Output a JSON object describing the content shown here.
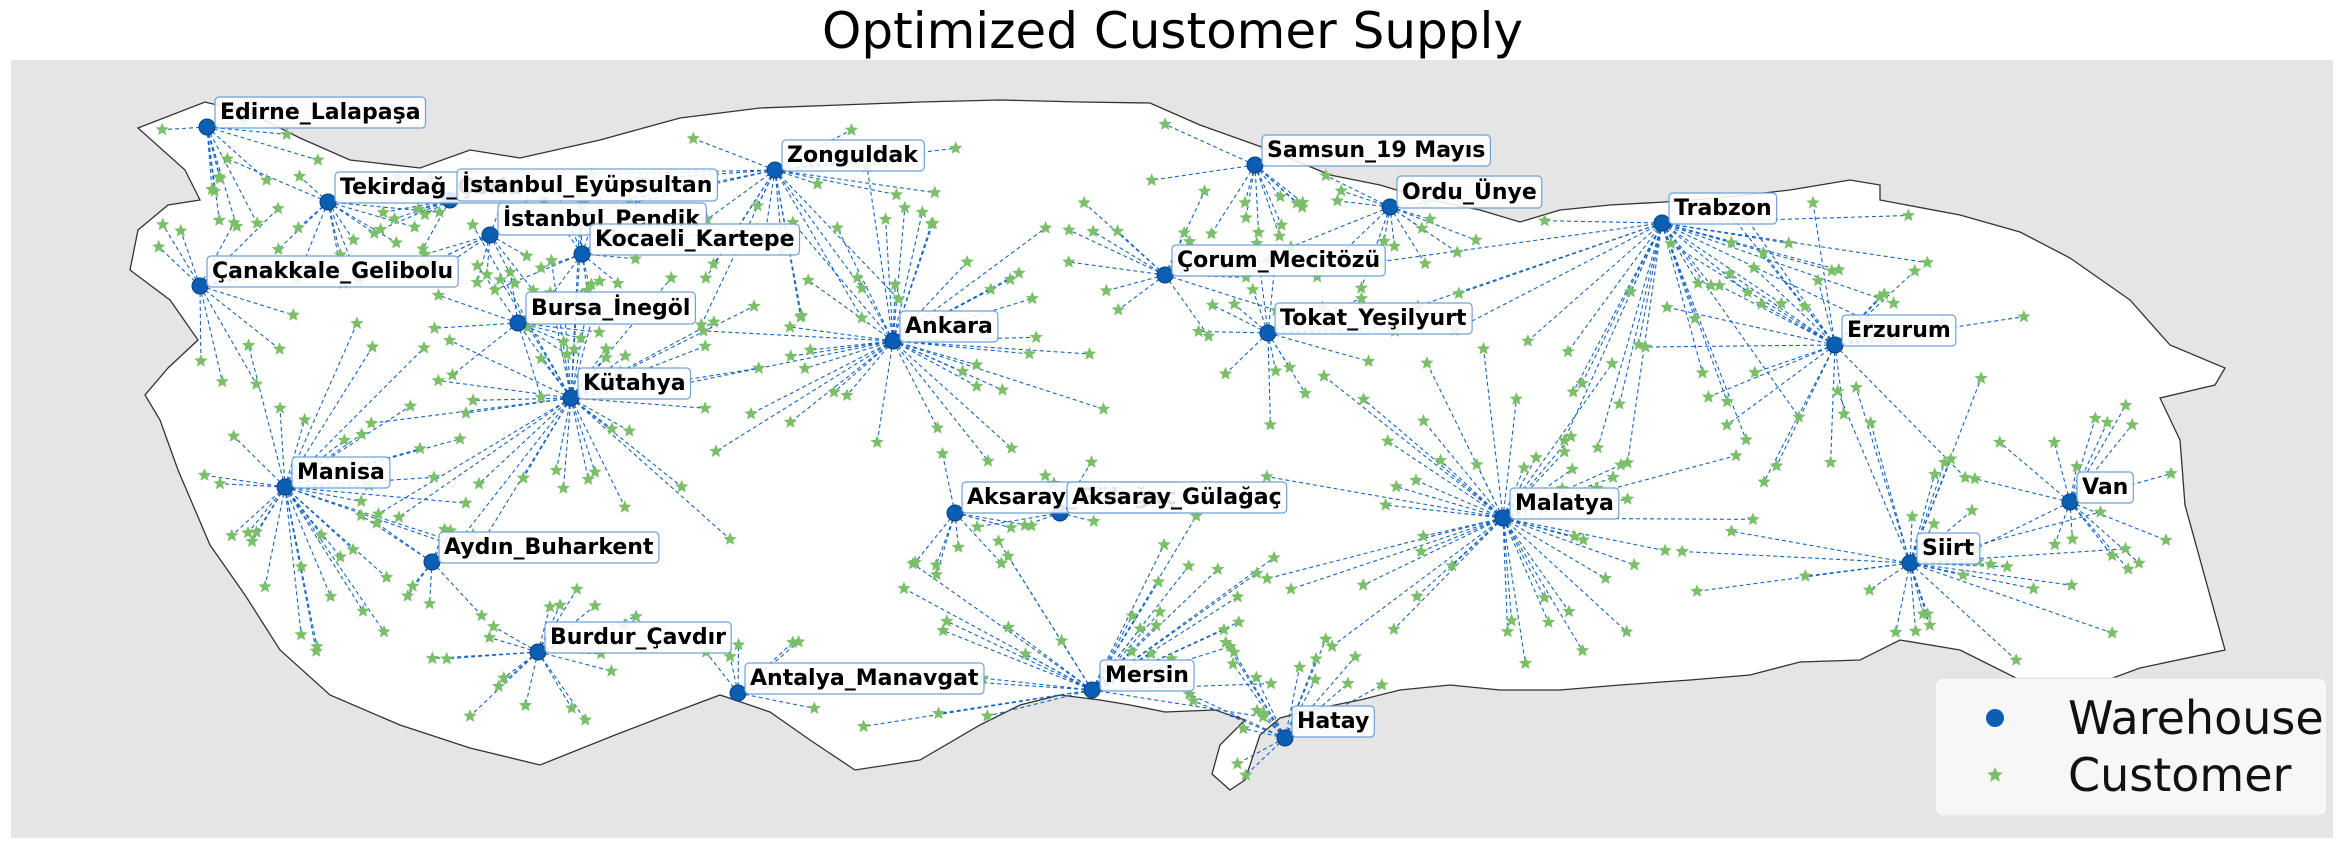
{
  "title": "Optimized Customer Supply",
  "colors": {
    "background": "#e5e5e5",
    "land": "#ffffff",
    "border": "#333333",
    "warehouse": "#0a5fb4",
    "customer": "#7bbf6a",
    "link": "#1565c0",
    "label_border": "#6fa0d8"
  },
  "legend": {
    "placement": "lower-right",
    "items": [
      {
        "label": "Warehouse",
        "marker": "circle"
      },
      {
        "label": "Customer",
        "marker": "star"
      }
    ]
  },
  "warehouses": [
    {
      "name": "Edirne_Lalapaşa",
      "customers": 12
    },
    {
      "name": "Tekirdağ_Çorlu",
      "customers": 14
    },
    {
      "name": "İstanbul_Eyüpsultan",
      "customers": 8
    },
    {
      "name": "İstanbul_Pendik",
      "customers": 10
    },
    {
      "name": "Kocaeli_Kartepe",
      "customers": 14
    },
    {
      "name": "Çanakkale_Gelibolu",
      "customers": 14
    },
    {
      "name": "Bursa_İnegöl",
      "customers": 10
    },
    {
      "name": "Zonguldak",
      "customers": 24
    },
    {
      "name": "Ankara",
      "customers": 40
    },
    {
      "name": "Kütahya",
      "customers": 44
    },
    {
      "name": "Manisa",
      "customers": 36
    },
    {
      "name": "Aydın_Buharkent",
      "customers": 10
    },
    {
      "name": "Burdur_Çavdır",
      "customers": 18
    },
    {
      "name": "Antalya_Manavgat",
      "customers": 8
    },
    {
      "name": "Mersin",
      "customers": 34
    },
    {
      "name": "Aksaray_Gülağaç",
      "customers": 8
    },
    {
      "name": "Aksaray_Gülağaç",
      "customers": 8
    },
    {
      "name": "Samsun_19 Mayıs",
      "customers": 12
    },
    {
      "name": "Ordu_Ünye",
      "customers": 14
    },
    {
      "name": "Çorum_Mecitözü",
      "customers": 14
    },
    {
      "name": "Tokat_Yeşilyurt",
      "customers": 16
    },
    {
      "name": "Trabzon",
      "customers": 32
    },
    {
      "name": "Erzurum",
      "customers": 28
    },
    {
      "name": "Malatya",
      "customers": 48
    },
    {
      "name": "Hatay",
      "customers": 18
    },
    {
      "name": "Siirt",
      "customers": 30
    },
    {
      "name": "Van",
      "customers": 16
    }
  ]
}
